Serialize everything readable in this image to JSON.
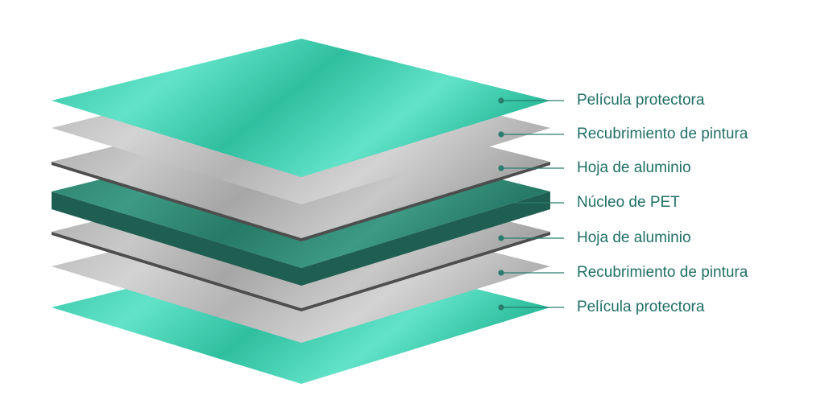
{
  "diagram": {
    "layers": [
      {
        "label": "Película protectora",
        "kind": "film"
      },
      {
        "label": "Recubrimiento de pintura",
        "kind": "paint"
      },
      {
        "label": "Hoja de aluminio",
        "kind": "aluminum"
      },
      {
        "label": "Núcleo de PET",
        "kind": "core"
      },
      {
        "label": "Hoja de aluminio",
        "kind": "aluminum"
      },
      {
        "label": "Recubrimiento de pintura",
        "kind": "paint"
      },
      {
        "label": "Película protectora",
        "kind": "film"
      }
    ]
  },
  "colors": {
    "film_light": "#62e3c9",
    "film_dark": "#2fbf9f",
    "paint_light": "#d3d3d3",
    "paint_dark": "#b3b3b3",
    "aluminum_light": "#c8c8c8",
    "aluminum_dark": "#a6a6a6",
    "aluminum_edge": "#4d4d4d",
    "core_top_light": "#3e9a84",
    "core_top_dark": "#267a66",
    "core_side": "#1f5f52",
    "leader_line": "#2a7c6c",
    "label_text": "#1f6f66"
  }
}
